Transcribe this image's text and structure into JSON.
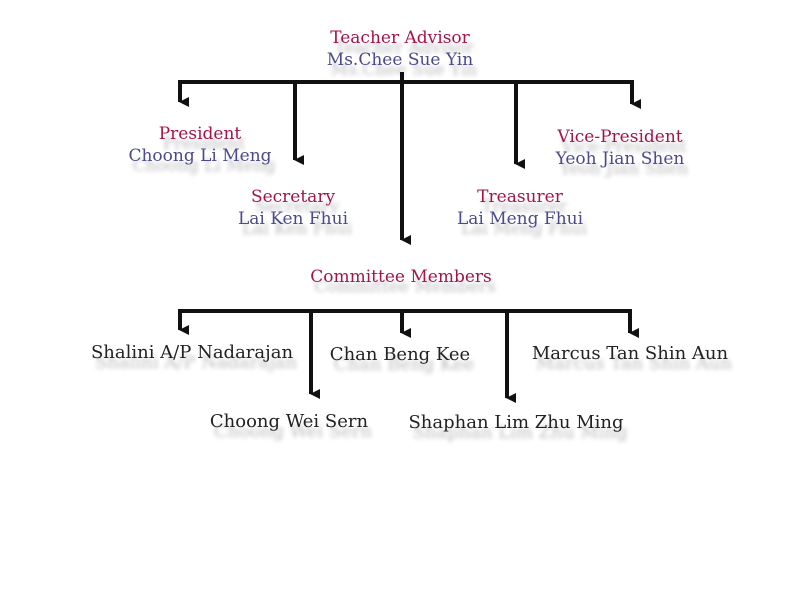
{
  "colors": {
    "title": "#a3154a",
    "name": "#4a4a8c",
    "member": "#222222",
    "connector": "#111111"
  },
  "advisor": {
    "title": "Teacher Advisor",
    "name": "Ms.Chee Sue Yin"
  },
  "officers": {
    "president": {
      "title": "President",
      "name": "Choong Li Meng"
    },
    "secretary": {
      "title": "Secretary",
      "name": "Lai Ken Fhui"
    },
    "treasurer": {
      "title": "Treasurer",
      "name": "Lai Meng Fhui"
    },
    "vice_president": {
      "title": "Vice-President",
      "name": "Yeoh Jian Shen"
    }
  },
  "committee": {
    "title": "Committee Members",
    "members": [
      "Shalini A/P Nadarajan",
      "Choong Wei Sern",
      "Chan Beng Kee",
      "Shaphan Lim Zhu Ming",
      "Marcus Tan Shin Aun"
    ]
  }
}
